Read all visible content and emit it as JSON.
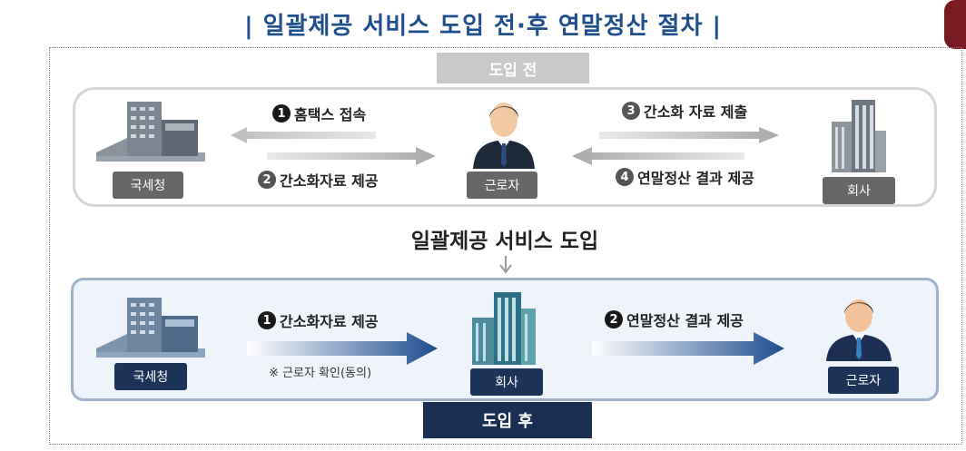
{
  "title": "| 일괄제공 서비스 도입 전·후 연말정산 절차 |",
  "before": {
    "tab": "도입 전",
    "labels": {
      "nts": "국세청",
      "worker": "근로자",
      "company": "회사"
    },
    "steps": [
      {
        "num": "1",
        "text": "홈택스 접속"
      },
      {
        "num": "2",
        "text": "간소화자료 제공"
      },
      {
        "num": "3",
        "text": "간소화 자료 제출"
      },
      {
        "num": "4",
        "text": "연말정산 결과 제공"
      }
    ]
  },
  "middle": "일괄제공 서비스 도입",
  "after": {
    "tab": "도입 후",
    "labels": {
      "nts": "국세청",
      "company": "회사",
      "worker": "근로자"
    },
    "steps": [
      {
        "num": "1",
        "text": "간소화자료 제공"
      },
      {
        "num": "2",
        "text": "연말정산 결과 제공"
      }
    ],
    "note": "※ 근로자 확인(동의)"
  },
  "colors": {
    "title": "#1f4e8c",
    "navy": "#1d3357",
    "gray": "#666666",
    "arrow_blue": "#1f4d8f"
  }
}
